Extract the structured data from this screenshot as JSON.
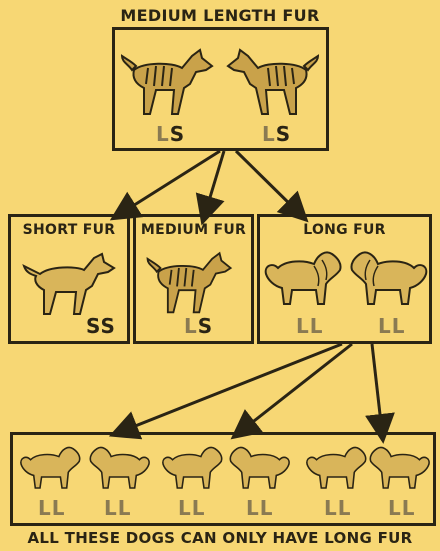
{
  "title_top": "MEDIUM LENGTH FUR",
  "parents": {
    "codes": [
      {
        "a": "L",
        "b": "S"
      },
      {
        "a": "L",
        "b": "S"
      }
    ]
  },
  "children": [
    {
      "label": "SHORT FUR",
      "codes": [
        {
          "a": "S",
          "b": "S"
        }
      ]
    },
    {
      "label": "MEDIUM FUR",
      "codes": [
        {
          "a": "L",
          "b": "S"
        }
      ]
    },
    {
      "label": "LONG FUR",
      "codes": [
        {
          "a": "L",
          "b": "L"
        },
        {
          "a": "L",
          "b": "L"
        }
      ]
    }
  ],
  "grandchildren": {
    "codes": [
      {
        "a": "L",
        "b": "L"
      },
      {
        "a": "L",
        "b": "L"
      },
      {
        "a": "L",
        "b": "L"
      },
      {
        "a": "L",
        "b": "L"
      },
      {
        "a": "L",
        "b": "L"
      },
      {
        "a": "L",
        "b": "L"
      }
    ]
  },
  "caption_bottom": "ALL THESE DOGS CAN ONLY HAVE LONG FUR",
  "colors": {
    "background": "#f7d774",
    "ink": "#2a2414",
    "muted_letter": "#8a7a52",
    "coat": "#c9a24a"
  }
}
